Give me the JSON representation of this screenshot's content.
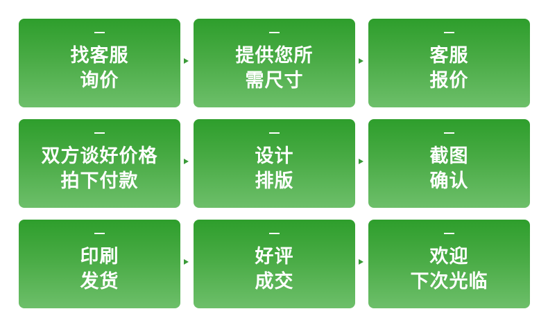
{
  "steps": [
    {
      "dash": "—",
      "line1": "找客服",
      "line2": "询价"
    },
    {
      "dash": "—",
      "line1": "提供您所",
      "line2": "需尺寸"
    },
    {
      "dash": "—",
      "line1": "客服",
      "line2": "报价"
    },
    {
      "dash": "—",
      "line1": "双方谈好价格",
      "line2": "拍下付款"
    },
    {
      "dash": "—",
      "line1": "设计",
      "line2": "排版"
    },
    {
      "dash": "—",
      "line1": "截图",
      "line2": "确认"
    },
    {
      "dash": "—",
      "line1": "印刷",
      "line2": "发货"
    },
    {
      "dash": "—",
      "line1": "好评",
      "line2": "成交"
    },
    {
      "dash": "—",
      "line1": "欢迎",
      "line2": "下次光临"
    }
  ],
  "colors": {
    "box_top": "#2e9e2c",
    "box_bottom": "#6dbf6a",
    "arrow": "#3a9a38",
    "text": "#ffffff"
  }
}
